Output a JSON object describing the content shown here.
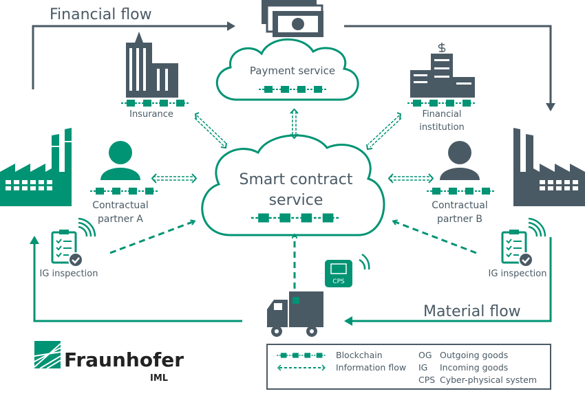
{
  "colors": {
    "green": "#009374",
    "gray": "#4a5a65"
  },
  "flows": {
    "financial": "Financial flow",
    "material": "Material flow"
  },
  "nodes": {
    "payment_service": "Payment service",
    "smart_contract_line1": "Smart contract",
    "smart_contract_line2": "service",
    "insurance": "Insurance",
    "financial_institution_line1": "Financial",
    "financial_institution_line2": "institution",
    "partner_a_line1": "Contractual",
    "partner_a_line2": "partner A",
    "partner_b_line1": "Contractual",
    "partner_b_line2": "partner B",
    "ig_inspection_left": "IG inspection",
    "ig_inspection_right": "IG inspection",
    "cps": "CPS"
  },
  "logo": {
    "name": "Fraunhofer",
    "sub": "IML"
  },
  "legend": {
    "blockchain": "Blockchain",
    "information_flow": "Information flow",
    "abbreviations": [
      {
        "abbr": "OG",
        "text": "Outgoing goods"
      },
      {
        "abbr": "IG",
        "text": "Incoming goods"
      },
      {
        "abbr": "CPS",
        "text": "Cyber-physical system"
      }
    ]
  }
}
